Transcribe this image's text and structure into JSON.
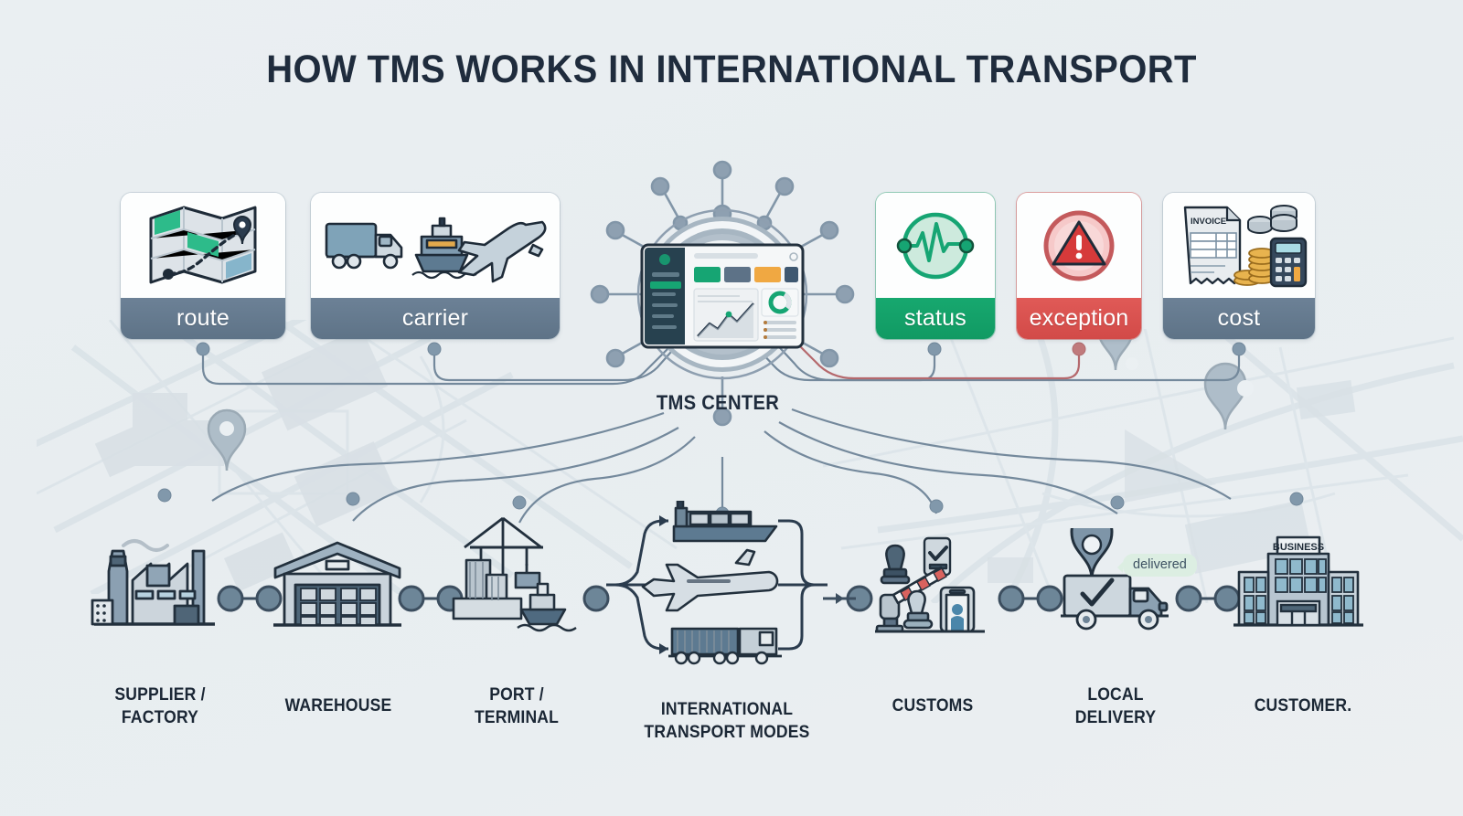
{
  "page": {
    "title": "HOW TMS WORKS IN INTERNATIONAL TRANSPORT",
    "background_color": "#e9eef1",
    "ink_color": "#1f2c3d"
  },
  "hub": {
    "label": "TMS CENTER",
    "dashboard": {
      "kpi_tile_colors": [
        "#16a573",
        "#5d7287",
        "#f0a842",
        "#3f5871"
      ],
      "sidebar_color": "#27414f",
      "sidebar_accent": "#16a573",
      "donut_color": "#16a573",
      "screen_bg": "#f5f7f8"
    },
    "spoke_count": 12,
    "ring_color": "#8e9fb0"
  },
  "cards": [
    {
      "id": "route",
      "label": "route",
      "bar_color": "#62778c",
      "bar_style": "slate",
      "icon": "folded-map-route-icon"
    },
    {
      "id": "carrier",
      "label": "carrier",
      "bar_color": "#62778c",
      "bar_style": "slate",
      "icon": "truck-ship-plane-icon"
    },
    {
      "id": "status",
      "label": "status",
      "bar_color": "#16a573",
      "bar_style": "green",
      "icon": "pulse-heartbeat-icon"
    },
    {
      "id": "exception",
      "label": "exception",
      "bar_color": "#d94b4b",
      "bar_style": "red",
      "icon": "warning-triangle-icon"
    },
    {
      "id": "cost",
      "label": "cost",
      "bar_color": "#62778c",
      "bar_style": "slate",
      "icon": "invoice-coins-calculator-icon"
    }
  ],
  "cost_card": {
    "invoice_heading": "INVOICE",
    "coin_color": "#e8b34e",
    "calculator_body": "#35485c",
    "calculator_display": "#a9dbe4",
    "calculator_key_accent": "#f0a842"
  },
  "stages": [
    {
      "id": "supplier-factory",
      "label_lines": [
        "SUPPLIER /",
        "FACTORY"
      ],
      "icon": "factory-icon"
    },
    {
      "id": "warehouse",
      "label_lines": [
        "WAREHOUSE"
      ],
      "icon": "warehouse-icon"
    },
    {
      "id": "port-terminal",
      "label_lines": [
        "PORT /",
        "TERMINAL"
      ],
      "icon": "port-crane-icon"
    },
    {
      "id": "transport-modes",
      "label_lines": [
        "INTERNATIONAL",
        "TRANSPORT MODES"
      ],
      "icon": "ship-plane-truck-icon"
    },
    {
      "id": "customs",
      "label_lines": [
        "CUSTOMS"
      ],
      "icon": "customs-stamp-barrier-icon"
    },
    {
      "id": "local-delivery",
      "label_lines": [
        "LOCAL",
        "DELIVERY"
      ],
      "icon": "delivery-truck-pin-icon"
    },
    {
      "id": "customer",
      "label_lines": [
        "CUSTOMER."
      ],
      "icon": "business-building-icon"
    }
  ],
  "transport_modes": [
    "cargo-ship-icon",
    "airplane-icon",
    "container-truck-icon"
  ],
  "delivery": {
    "badge_text": "delivered",
    "badge_bg": "#dceee2",
    "badge_text_color": "#3e5263"
  },
  "customer": {
    "building_sign": "BUSINESS",
    "window_color": "#8fb9cc"
  },
  "palette": {
    "slate": "#62778c",
    "dark_slate": "#3f5871",
    "ink": "#2b3c4e",
    "light_steel": "#b9c7d2",
    "pale": "#d6dfe6",
    "green": "#16a573",
    "red": "#d94b4b",
    "orange": "#f0a842",
    "line": "#6d8598"
  }
}
